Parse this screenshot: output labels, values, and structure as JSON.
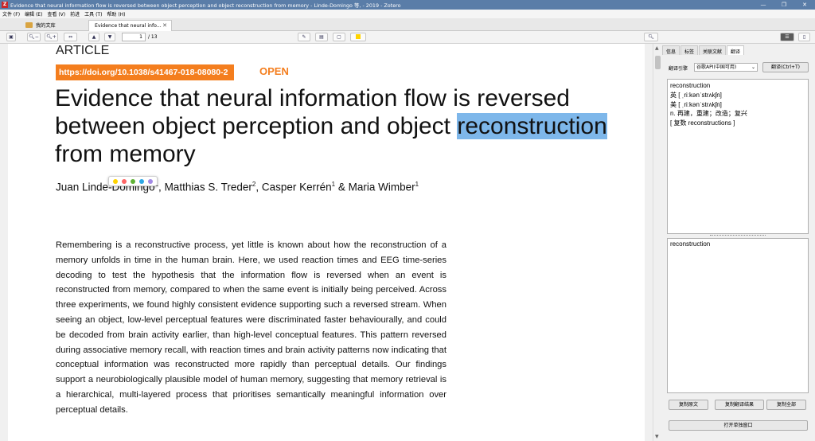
{
  "window": {
    "title": "Evidence that neural information flow is reversed between object perception and object reconstruction from memory - Linde-Domingo 等, - 2019 - Zotero",
    "app_icon_letter": "Z",
    "minimize": "—",
    "maximize": "❐",
    "close": "✕"
  },
  "menu": [
    "文件 (F)",
    "编辑 (E)",
    "查看 (V)",
    "前进",
    "工具 (T)",
    "帮助 (H)"
  ],
  "tabs": {
    "library": "我的文库",
    "document": "Evidence that neural info...",
    "close_glyph": "✕"
  },
  "toolbar": {
    "page_current": "1",
    "page_total": "/ 13",
    "icons": {
      "sidebar": "▣",
      "zoom_out": "🔍︎−",
      "zoom_in": "🔍︎+",
      "fit": "⇔",
      "prev": "▲",
      "next": "▼",
      "pen": "✎",
      "note": "▤",
      "area": "▢",
      "find": "🔍︎",
      "view_list": "☰",
      "view_page": "▯"
    }
  },
  "document": {
    "article_label": "ARTICLE",
    "doi": "https://doi.org/10.1038/s41467-018-08080-2",
    "open_label": "OPEN",
    "title_part1": "Evidence that neural information flow is reversed between object perception and object ",
    "title_highlight": "reconstruction",
    "title_part2": " from memory",
    "authors": [
      {
        "name": "Juan Linde-Domingo",
        "sup": "1",
        "sep": ", "
      },
      {
        "name": "Matthias S. Treder",
        "sup": "2",
        "sep": ", "
      },
      {
        "name": "Casper Kerrén",
        "sup": "1",
        "sep": " & "
      },
      {
        "name": "Maria Wimber",
        "sup": "1",
        "sep": ""
      }
    ],
    "abstract": "Remembering is a reconstructive process, yet little is known about how the reconstruction of a memory unfolds in time in the human brain. Here, we used reaction times and EEG time-series decoding to test the hypothesis that the information flow is reversed when an event is reconstructed from memory, compared to when the same event is initially being perceived. Across three experiments, we found highly consistent evidence supporting such a reversed stream. When seeing an object, low-level perceptual features were discriminated faster behaviourally, and could be decoded from brain activity earlier, than high-level conceptual features. This pattern reversed during associative memory recall, with reaction times and brain activity patterns now indicating that conceptual information was reconstructed more rapidly than perceptual details. Our findings support a neurobiologically plausible model of human memory, suggesting that memory retrieval is a hierarchical, multi-layered process that prioritises semantically meaningful information over perceptual details."
  },
  "highlight_colors": [
    "#ffd400",
    "#ff6666",
    "#5fb236",
    "#2ea8e5",
    "#a28ae5"
  ],
  "side_panel": {
    "tabs": [
      "信息",
      "标签",
      "关联文献",
      "翻译"
    ],
    "active_tab_index": 3,
    "engine_label": "翻译引擎",
    "engine_value": "谷歌API(中国可用)",
    "translate_button": "翻译(Ctrl+T)",
    "result_lines": [
      "reconstruction",
      "英 [ ˌriːkənˈstrʌkʃn]",
      "美 [ ˌriːkənˈstrʌkʃn]",
      "n. 再建，重建；改造；复兴",
      "[ 复数 reconstructions ]"
    ],
    "source_text": "reconstruction",
    "copy_original": "复制原文",
    "copy_result": "复制翻译结果",
    "copy_all": "复制全部",
    "open_window": "打开单独窗口"
  }
}
